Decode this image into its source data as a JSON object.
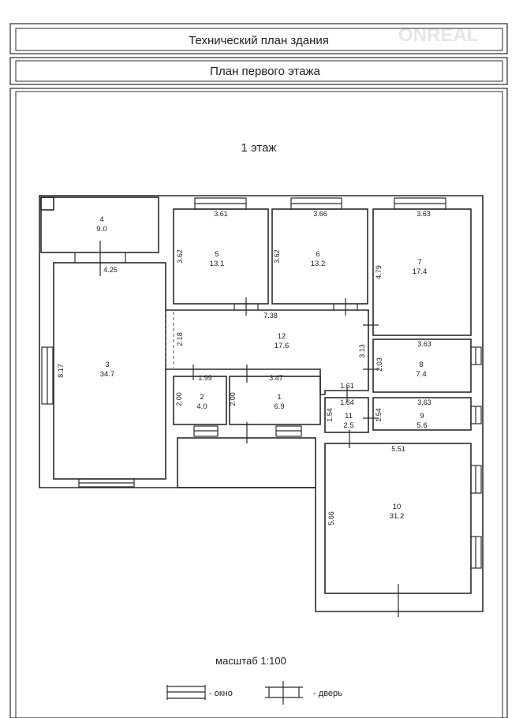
{
  "header": {
    "title": "Технический план здания",
    "subtitle": "План первого этажа"
  },
  "watermark": "ONREAL",
  "floor_label": "1 этаж",
  "rooms": [
    {
      "number": "1",
      "area": "6.9"
    },
    {
      "number": "2",
      "area": "4.0"
    },
    {
      "number": "3",
      "area": "34.7"
    },
    {
      "number": "4",
      "area": "9.0"
    },
    {
      "number": "5",
      "area": "13.1"
    },
    {
      "number": "6",
      "area": "13.2"
    },
    {
      "number": "7",
      "area": "17.4"
    },
    {
      "number": "8",
      "area": "7.4"
    },
    {
      "number": "9",
      "area": "5.6"
    },
    {
      "number": "10",
      "area": "31.2"
    },
    {
      "number": "11",
      "area": "2.5"
    },
    {
      "number": "12",
      "area": "17.6"
    }
  ],
  "dimensions": {
    "r5_w": "3.61",
    "r5_h": "3.62",
    "r6_w": "3.66",
    "r6_h": "3.62",
    "r7_w": "3.63",
    "r7_h": "4.79",
    "r3_w": "4.25",
    "r3_h": "8.17",
    "r12_w": "7.38",
    "r12_h": "2.18",
    "r12_h2": "3.13",
    "r2_w": "1.99",
    "r2_h": "2.00",
    "r1_w": "3.47",
    "r1_h": "2.00",
    "r8_w": "3.63",
    "r8_h": "2.03",
    "r9_w": "3.63",
    "r9_h": "1.54",
    "r11_w": "1.64",
    "r11_h": "1.54",
    "corr_w": "1.61",
    "r10_w": "5.51",
    "r10_h": "5.66"
  },
  "legend": {
    "scale": "масштаб 1:100",
    "window": "- окно",
    "door": "- дверь"
  }
}
